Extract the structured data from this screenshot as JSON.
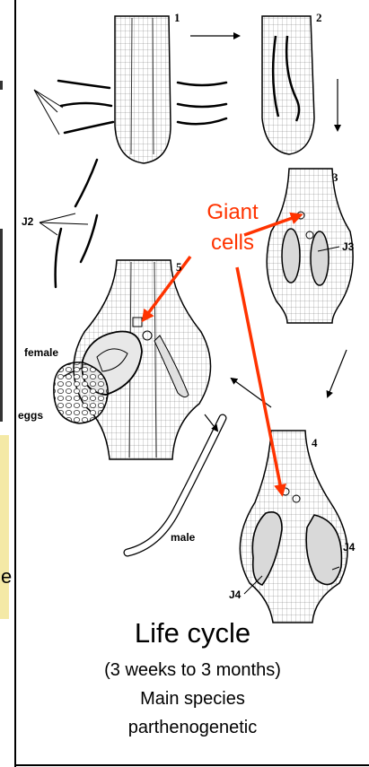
{
  "stage_numbers": [
    "1",
    "2",
    "3",
    "4",
    "5"
  ],
  "labels": {
    "j2": "J2",
    "j3": "J3",
    "j4_left": "J4",
    "j4_right": "J4",
    "female": "female",
    "eggs": "eggs",
    "male": "male"
  },
  "giant_cells": {
    "line1": "Giant",
    "line2": "cells"
  },
  "edge_fragment": "e",
  "caption": {
    "title": "Life cycle",
    "duration": "(3 weeks to 3 months)",
    "line3": "Main species",
    "line4": "parthenogenetic"
  },
  "colors": {
    "annotation": "#ff3300",
    "highlight_strip": "#f4e9a6",
    "ink": "#000000"
  }
}
